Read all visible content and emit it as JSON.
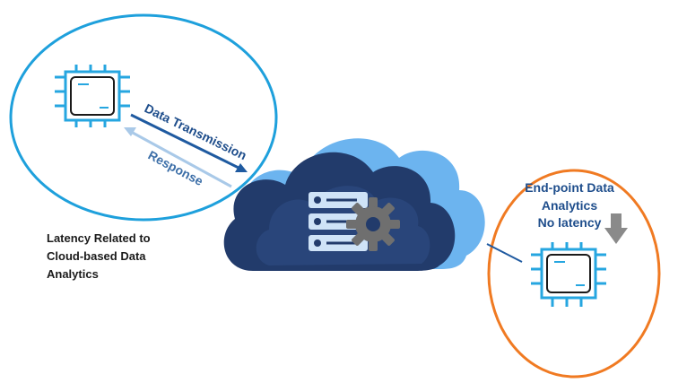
{
  "labels": {
    "data_transmission": "Data Transmission",
    "response": "Response",
    "latency_line1": "Latency Related to",
    "latency_line2": "Cloud-based Data",
    "latency_line3": "Analytics",
    "endpoint_line1": "End-point Data",
    "endpoint_line2": "Analytics",
    "endpoint_line3": "No latency"
  },
  "colors": {
    "blue_ring": "#1ea0dc",
    "orange_ring": "#f07a22",
    "chip_pin": "#26a6e0",
    "cloud_dark": "#223b6b",
    "cloud_light": "#6cb4ef",
    "arrow_dark": "#1f5aa0",
    "arrow_light": "#a9c9e8",
    "server_fill": "#cfe3f7",
    "gear": "#6f6f6f",
    "down_arrow": "#8a8a8a"
  },
  "icons": [
    "cpu-chip-icon",
    "cloud-icon",
    "server-icon",
    "gear-icon",
    "down-arrow-icon"
  ]
}
